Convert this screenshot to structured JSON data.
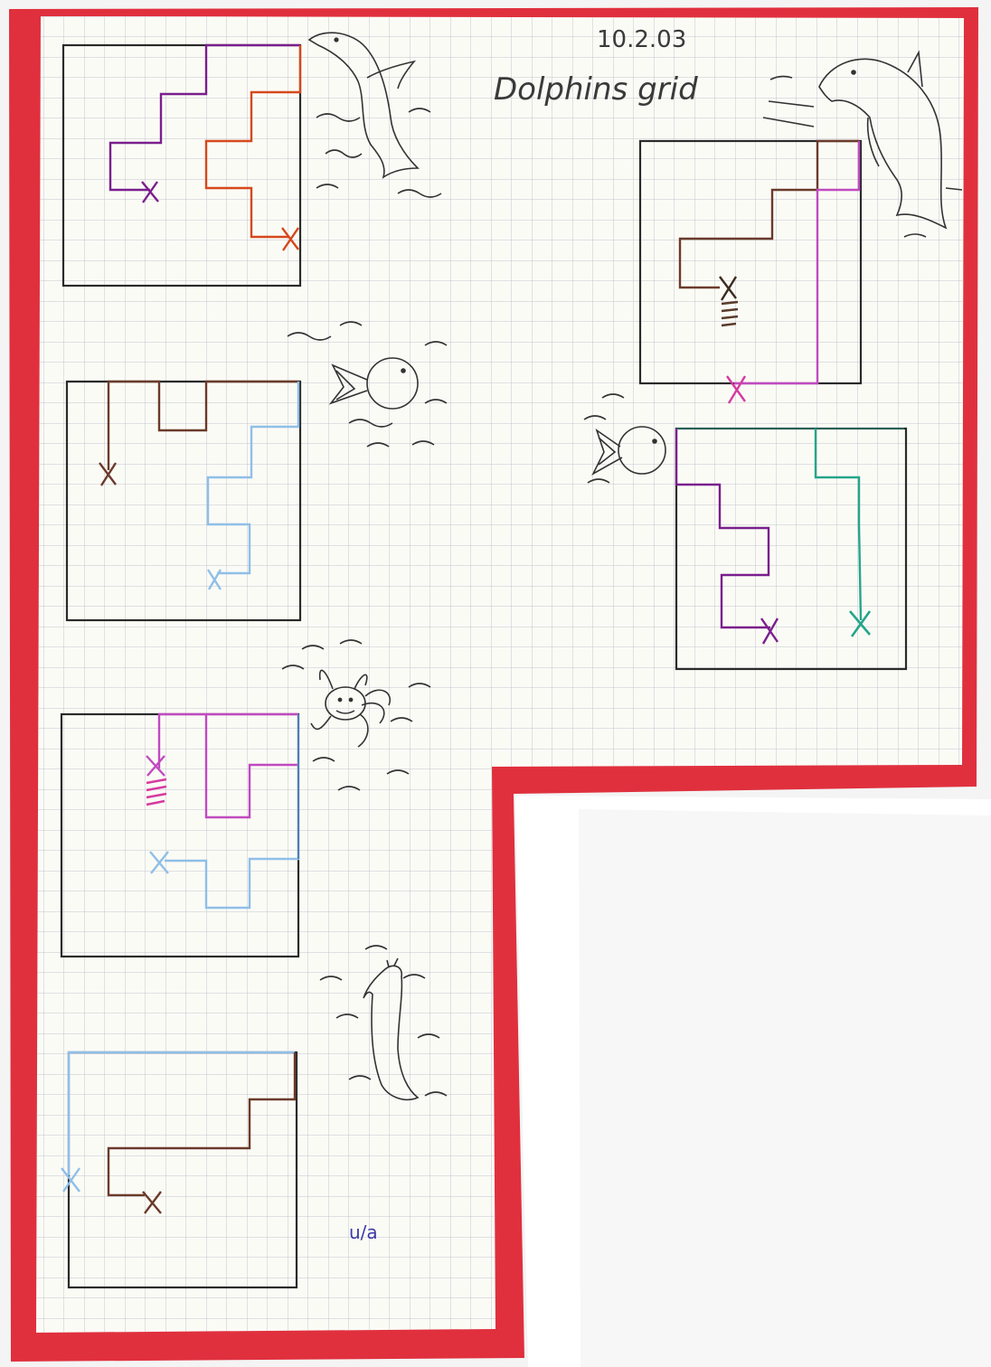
{
  "colors": {
    "mount": "#e0303e",
    "paper": "#fbfbf6",
    "grid_line": "#c3c6cf",
    "outline": "#2a2a2a",
    "purple": "#7a1f8c",
    "orange": "#d5481c",
    "brown": "#6b3a2a",
    "light_blue": "#8fbfe8",
    "blue": "#3b6fb0",
    "pink": "#c04ac0",
    "magenta": "#d63aa0",
    "teal": "#25a58a",
    "initials": "#3a3aa8"
  },
  "header": {
    "date": "10.2.03",
    "title": "Dolphins grid"
  },
  "initials": "u/a",
  "icons": {
    "dolphin": "dolphin-drawing-icon",
    "fish": "fish-drawing-icon",
    "crab": "crab-drawing-icon",
    "seal": "seal-drawing-icon",
    "path_end": "cross-mark-icon"
  }
}
